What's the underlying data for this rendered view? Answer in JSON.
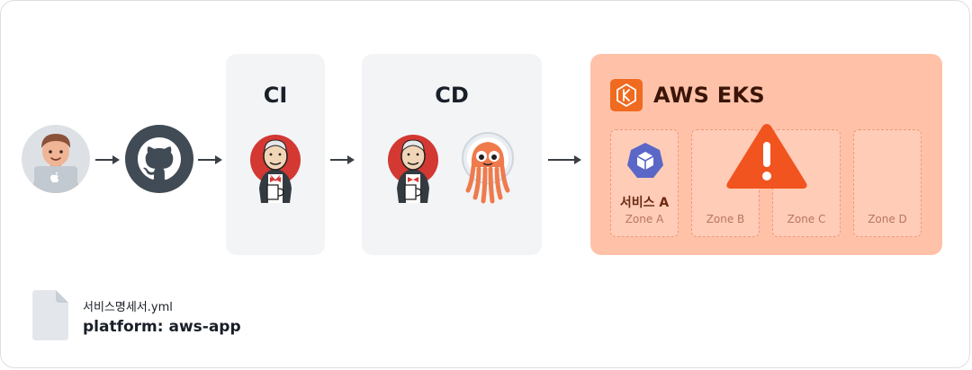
{
  "stages": {
    "ci": {
      "title": "CI",
      "tools": [
        "jenkins-icon"
      ]
    },
    "cd": {
      "title": "CD",
      "tools": [
        "jenkins-icon",
        "argocd-icon"
      ]
    }
  },
  "source": {
    "icons": [
      "developer-avatar-icon",
      "github-icon"
    ]
  },
  "cluster": {
    "title": "AWS EKS",
    "icon": "aws-eks-icon",
    "service": {
      "name": "서비스 A",
      "icon": "kubernetes-pod-icon"
    },
    "zones": [
      {
        "label": "Zone A"
      },
      {
        "label": "Zone B"
      },
      {
        "label": "Zone C"
      },
      {
        "label": "Zone D"
      }
    ],
    "alert_icon": "warning-icon"
  },
  "manifest": {
    "file_name": "서비스명세서.yml",
    "content": "platform: aws-app",
    "icon": "file-icon"
  },
  "colors": {
    "stage_bg": "#f2f4f6",
    "eks_bg": "#ffc2a8",
    "eks_icon": "#f06a1f",
    "warning": "#f2541f",
    "jenkins_red": "#d33833",
    "argo_orange": "#ef7b4d",
    "github_dark": "#414b55"
  }
}
